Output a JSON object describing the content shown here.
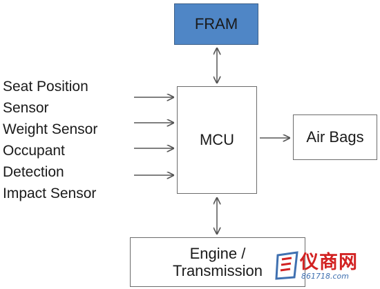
{
  "blocks": {
    "fram": "FRAM",
    "mcu": "MCU",
    "air_bags": "Air Bags",
    "engine_line1": "Engine /",
    "engine_line2": "Transmission"
  },
  "inputs": [
    "Seat Position",
    "Sensor",
    "Weight Sensor",
    "Occupant",
    "Detection",
    "Impact Sensor"
  ],
  "watermark": {
    "name": "仪商网",
    "url": "861718.com",
    "accent_color": "#d22222",
    "url_color": "#3f70b0"
  },
  "colors": {
    "fram_fill": "#4f86c6",
    "border": "#6b6b6b",
    "arrow": "#555555"
  }
}
